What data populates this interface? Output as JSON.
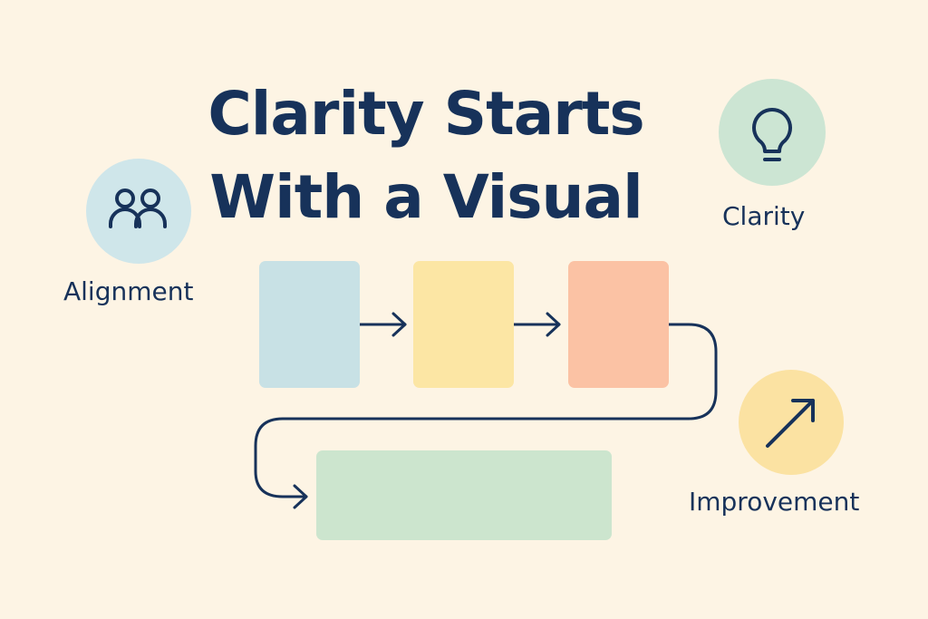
{
  "title": {
    "line1": "Clarity Starts",
    "line2": "With a Visual"
  },
  "badges": {
    "alignment": {
      "label": "Alignment",
      "icon": "people-icon",
      "bg": "#CFE6EA"
    },
    "clarity": {
      "label": "Clarity",
      "icon": "lightbulb-icon",
      "bg": "#CCE5D3"
    },
    "improvement": {
      "label": "Improvement",
      "icon": "arrow-up-right-icon",
      "bg": "#FBE2A2"
    }
  },
  "flow": {
    "steps": [
      {
        "color": "#C8E1E5"
      },
      {
        "color": "#FCE6A4"
      },
      {
        "color": "#FBC2A4"
      },
      {
        "color": "#CCE5CE"
      }
    ],
    "line_color": "#17325A"
  }
}
